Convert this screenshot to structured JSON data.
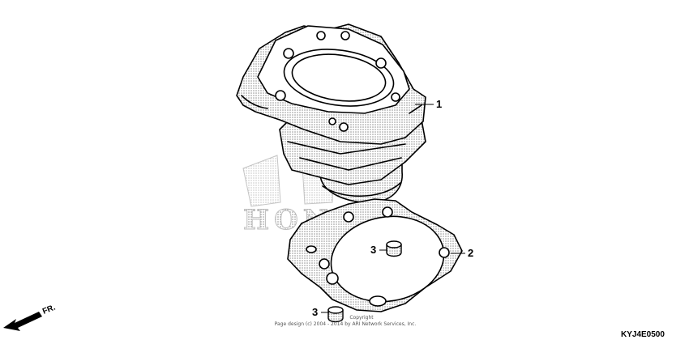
{
  "diagram": {
    "callouts": [
      {
        "id": "1",
        "label": "1"
      },
      {
        "id": "2",
        "label": "2"
      },
      {
        "id": "3a",
        "label": "3"
      },
      {
        "id": "3b",
        "label": "3"
      }
    ],
    "front_arrow_label": "FR.",
    "watermark_text": "HONDA",
    "copyright_line1": "Copyright",
    "copyright_line2": "Page design (c) 2004 - 2014 by ARI Network Services, Inc.",
    "figure_code": "KYJ4E0500"
  }
}
